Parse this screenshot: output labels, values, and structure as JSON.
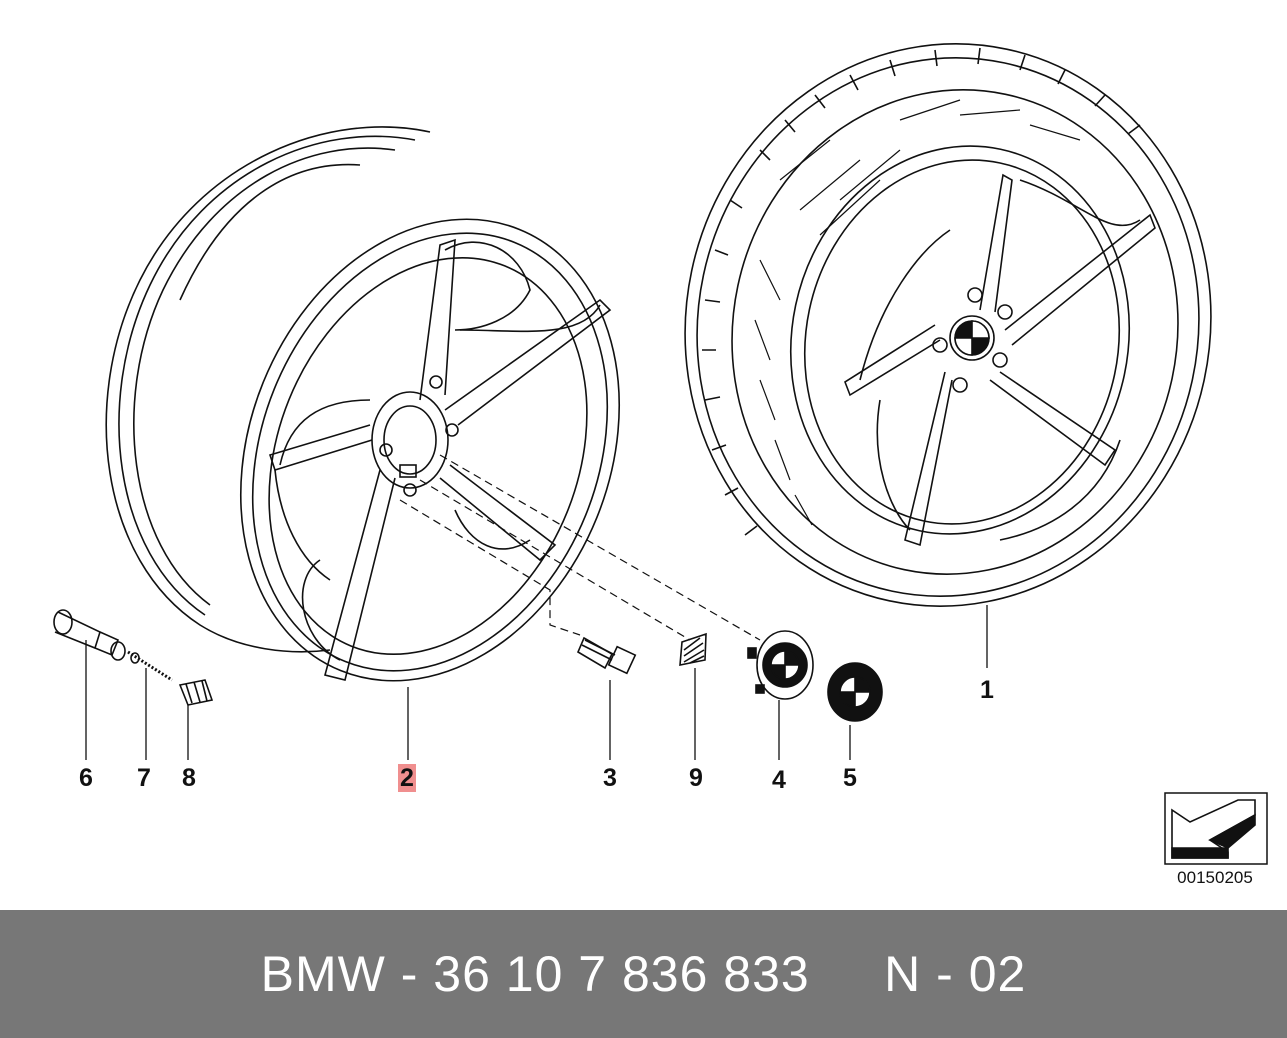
{
  "diagram": {
    "callouts": [
      {
        "id": "1",
        "label": "1"
      },
      {
        "id": "2",
        "label": "2",
        "highlighted": true
      },
      {
        "id": "3",
        "label": "3"
      },
      {
        "id": "4",
        "label": "4"
      },
      {
        "id": "5",
        "label": "5"
      },
      {
        "id": "6",
        "label": "6"
      },
      {
        "id": "7",
        "label": "7"
      },
      {
        "id": "8",
        "label": "8"
      },
      {
        "id": "9",
        "label": "9"
      }
    ],
    "reference_code": "00150205",
    "highlight_color": "#f08f8f",
    "line_color": "#111111"
  },
  "footer": {
    "text": "BMW - 36 10 7 836 833     N - 02",
    "background": "#777777"
  }
}
